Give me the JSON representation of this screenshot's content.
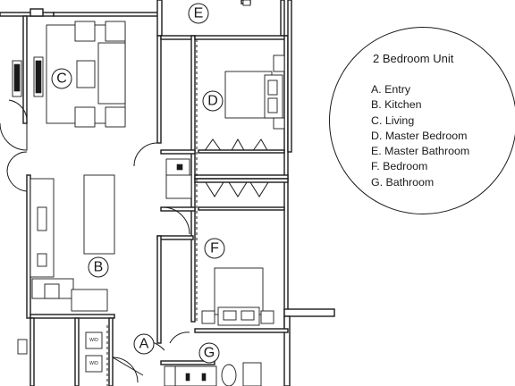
{
  "title": "2 Bedroom Unit",
  "legend": [
    {
      "key": "A",
      "text": "A. Entry"
    },
    {
      "key": "B",
      "text": "B. Kitchen"
    },
    {
      "key": "C",
      "text": "C. Living"
    },
    {
      "key": "D",
      "text": "D. Master Bedroom"
    },
    {
      "key": "E",
      "text": "E. Master Bathroom"
    },
    {
      "key": "F",
      "text": "F. Bedroom"
    },
    {
      "key": "G",
      "text": "G. Bathroom"
    }
  ],
  "room_markers": {
    "A": "A",
    "B": "B",
    "C": "C",
    "D": "D",
    "E": "E",
    "F": "F",
    "G": "G"
  },
  "appliance_label": "W/D"
}
